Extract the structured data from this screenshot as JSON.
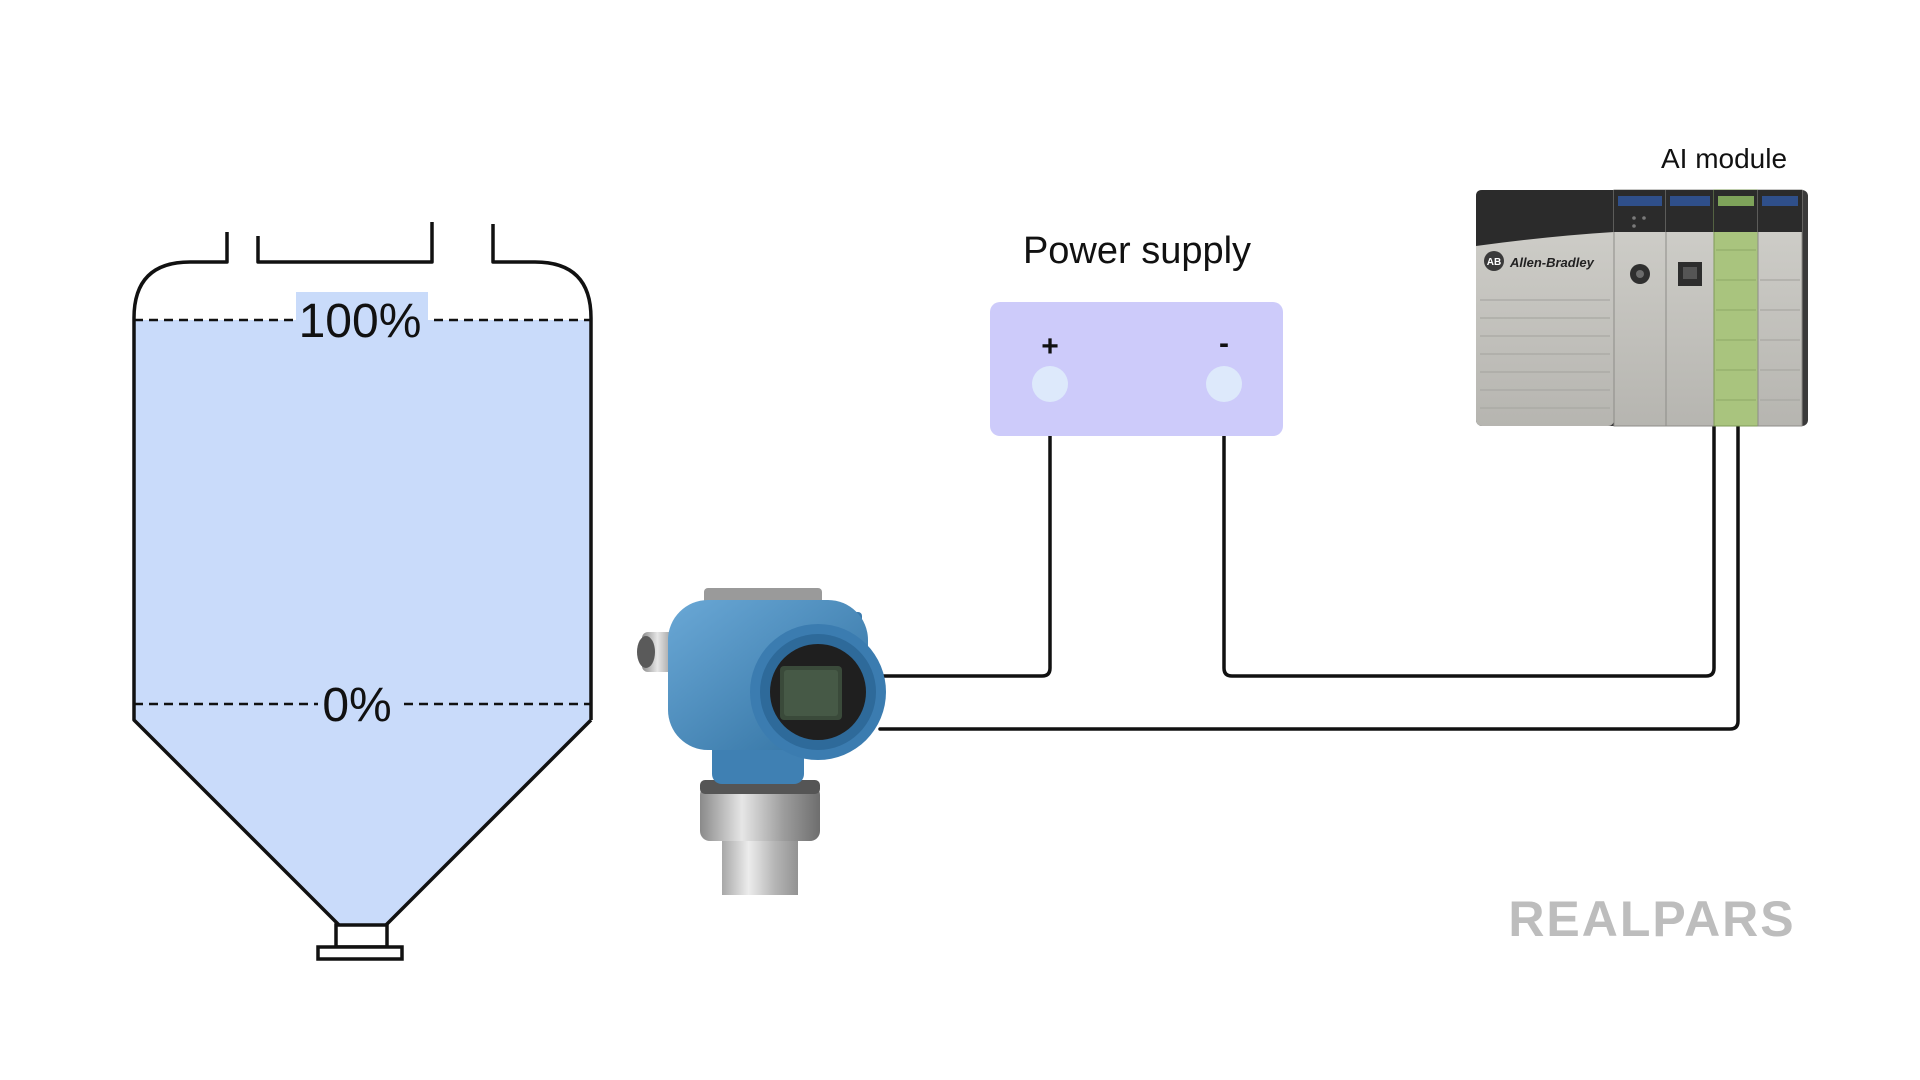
{
  "tank": {
    "level_high_label": "100%",
    "level_low_label": "0%",
    "fill_color": "#c9dbfa"
  },
  "power_supply": {
    "title": "Power supply",
    "positive_label": "+",
    "negative_label": "-",
    "box_color": "#cdcbfa",
    "terminal_color": "#dde9fb"
  },
  "ai_module": {
    "title": "AI module",
    "brand_text": "Allen-Bradley",
    "brand_badge": "AB",
    "module_color": "#a9c47e"
  },
  "transmitter": {
    "housing_color": "#4c8fc0",
    "icon": "pressure-transmitter-icon"
  },
  "watermark": {
    "text": "REALPARS",
    "color": "#bdbdbd"
  }
}
